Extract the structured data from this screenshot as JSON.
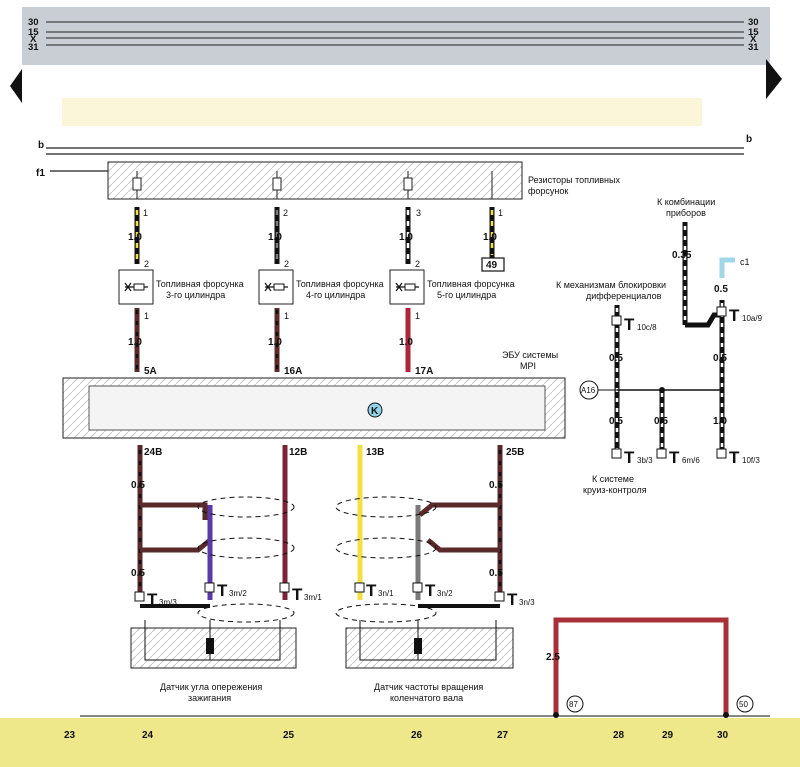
{
  "bus_lines": {
    "left": [
      "30",
      "15",
      "X",
      "31"
    ],
    "right": [
      "30",
      "15",
      "X",
      "31"
    ]
  },
  "rails": {
    "b_left": "b",
    "b_right": "b",
    "f1": "f1"
  },
  "resistor_block_label": [
    "Резисторы топливных",
    "форсунок"
  ],
  "pins": {
    "r1": "1",
    "r2": "2",
    "r3": "3",
    "r4": "1",
    "i1_top": "2",
    "i2_top": "2",
    "i3_top": "2",
    "i1_bot": "1",
    "i2_bot": "1",
    "i3_bot": "1"
  },
  "wire_sizes": {
    "w1": "1.0",
    "w2": "1.0",
    "w3": "1.0",
    "w4": "1.0",
    "w5": "1.0",
    "w6": "1.0",
    "w7": "1.0",
    "s24": "0.5",
    "s27": "0.5",
    "s24b": "0.5",
    "s27b": "0.5",
    "k_comb": "0.35",
    "c1_size": "0.5",
    "r10c": "0.5",
    "r10a": "0.5",
    "b3": "0.5",
    "b6": "0.5",
    "b10": "1.0"
  },
  "connector_49": "49",
  "injectors": [
    {
      "line1": "Топливная форсунка",
      "line2": "3-го цилиндра"
    },
    {
      "line1": "Топливная форсунка",
      "line2": "4-го цилиндра"
    },
    {
      "line1": "Топливная форсунка",
      "line2": "5-го цилиндра"
    }
  ],
  "ecu": {
    "label": [
      "ЭБУ системы",
      "MPI"
    ],
    "letter": "K",
    "pins_top": [
      "5A",
      "16A",
      "17A"
    ],
    "pins_bottom": [
      "24B",
      "12B",
      "13B",
      "25B"
    ]
  },
  "right_labels": {
    "kombi": [
      "К комбинации",
      "приборов"
    ],
    "diff": [
      "К механизмам блокировки",
      "дифференциалов"
    ],
    "cruise": [
      "К системе",
      "круиз-контроля"
    ],
    "c1": "c1",
    "a16": "A16"
  },
  "t_conn": {
    "t3m3": "3m/3",
    "t3m2": "3m/2",
    "t3m1": "3m/1",
    "t3n1": "3n/1",
    "t3n2": "3n/2",
    "t3n3": "3n/3",
    "t10c": "10c/8",
    "t10a": "10a/9",
    "t3b": "3b/3",
    "t6m": "6m/6",
    "t10f": "10f/3",
    "T": "T"
  },
  "sensors": {
    "ign": [
      "Датчик угла опережения",
      "зажигания"
    ],
    "crank": [
      "Датчик частоты вращения",
      "коленчатого вала"
    ]
  },
  "relay": {
    "size": "2.5",
    "pin87": "87",
    "pin50": "50"
  },
  "columns": [
    "23",
    "24",
    "25",
    "26",
    "27",
    "28",
    "29",
    "30"
  ],
  "colors": {
    "brown": "#5a2a2a",
    "yellow": "#f0e040",
    "red": "#b0243a",
    "grey": "#7a7a7a",
    "violet": "#5a3aa8",
    "relay": "#a83038",
    "lightblue": "#9fd6e8",
    "green": "#2e8a3a"
  }
}
